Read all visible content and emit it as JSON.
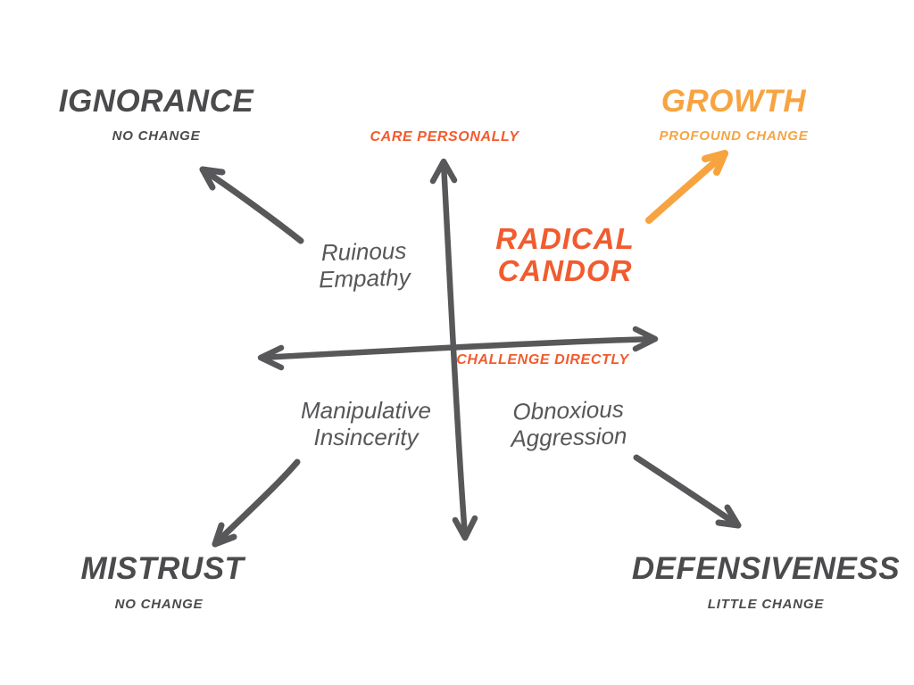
{
  "title": "Radical Candor framework diagram",
  "colors": {
    "orange": "#f15b2e",
    "amber": "#f7a440",
    "dark": "#4b4b4d",
    "gray": "#57575a",
    "axis": "#58585a"
  },
  "axes": {
    "vertical": {
      "label": "CARE PERSONALLY"
    },
    "horizontal": {
      "label": "CHALLENGE DIRECTLY"
    }
  },
  "quadrants": {
    "top_left": {
      "label": "Ruinous\nEmpathy"
    },
    "top_right": {
      "label": "RADICAL\nCANDOR"
    },
    "bottom_left": {
      "label": "Manipulative\nInsincerity"
    },
    "bottom_right": {
      "label": "Obnoxious\nAggression"
    }
  },
  "outcomes": {
    "top_left": {
      "title": "IGNORANCE",
      "subtitle": "NO CHANGE"
    },
    "top_right": {
      "title": "GROWTH",
      "subtitle": "PROFOUND CHANGE"
    },
    "bottom_left": {
      "title": "MISTRUST",
      "subtitle": "NO CHANGE"
    },
    "bottom_right": {
      "title": "DEFENSIVENESS",
      "subtitle": "LITTLE CHANGE"
    }
  }
}
